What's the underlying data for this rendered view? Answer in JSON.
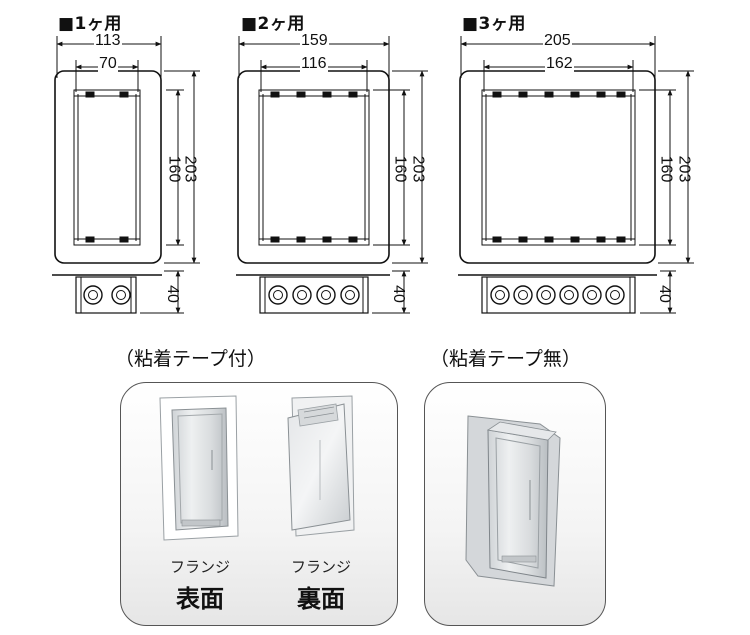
{
  "box1": {
    "title": "■1ヶ用",
    "outer_width": "113",
    "inner_width": "70",
    "inner_height": "160",
    "outer_height": "203",
    "depth": "40"
  },
  "box2": {
    "title": "■2ヶ用",
    "outer_width": "159",
    "inner_width": "116",
    "inner_height": "160",
    "outer_height": "203",
    "depth": "40"
  },
  "box3": {
    "title": "■3ヶ用",
    "outer_width": "205",
    "inner_width": "162",
    "inner_height": "160",
    "outer_height": "203",
    "depth": "40"
  },
  "panel_with_tape": {
    "heading": "（粘着テープ付）",
    "front": {
      "sub": "フランジ",
      "main": "表面"
    },
    "back": {
      "sub": "フランジ",
      "main": "裏面"
    }
  },
  "panel_without_tape": {
    "heading": "（粘着テープ無）"
  }
}
